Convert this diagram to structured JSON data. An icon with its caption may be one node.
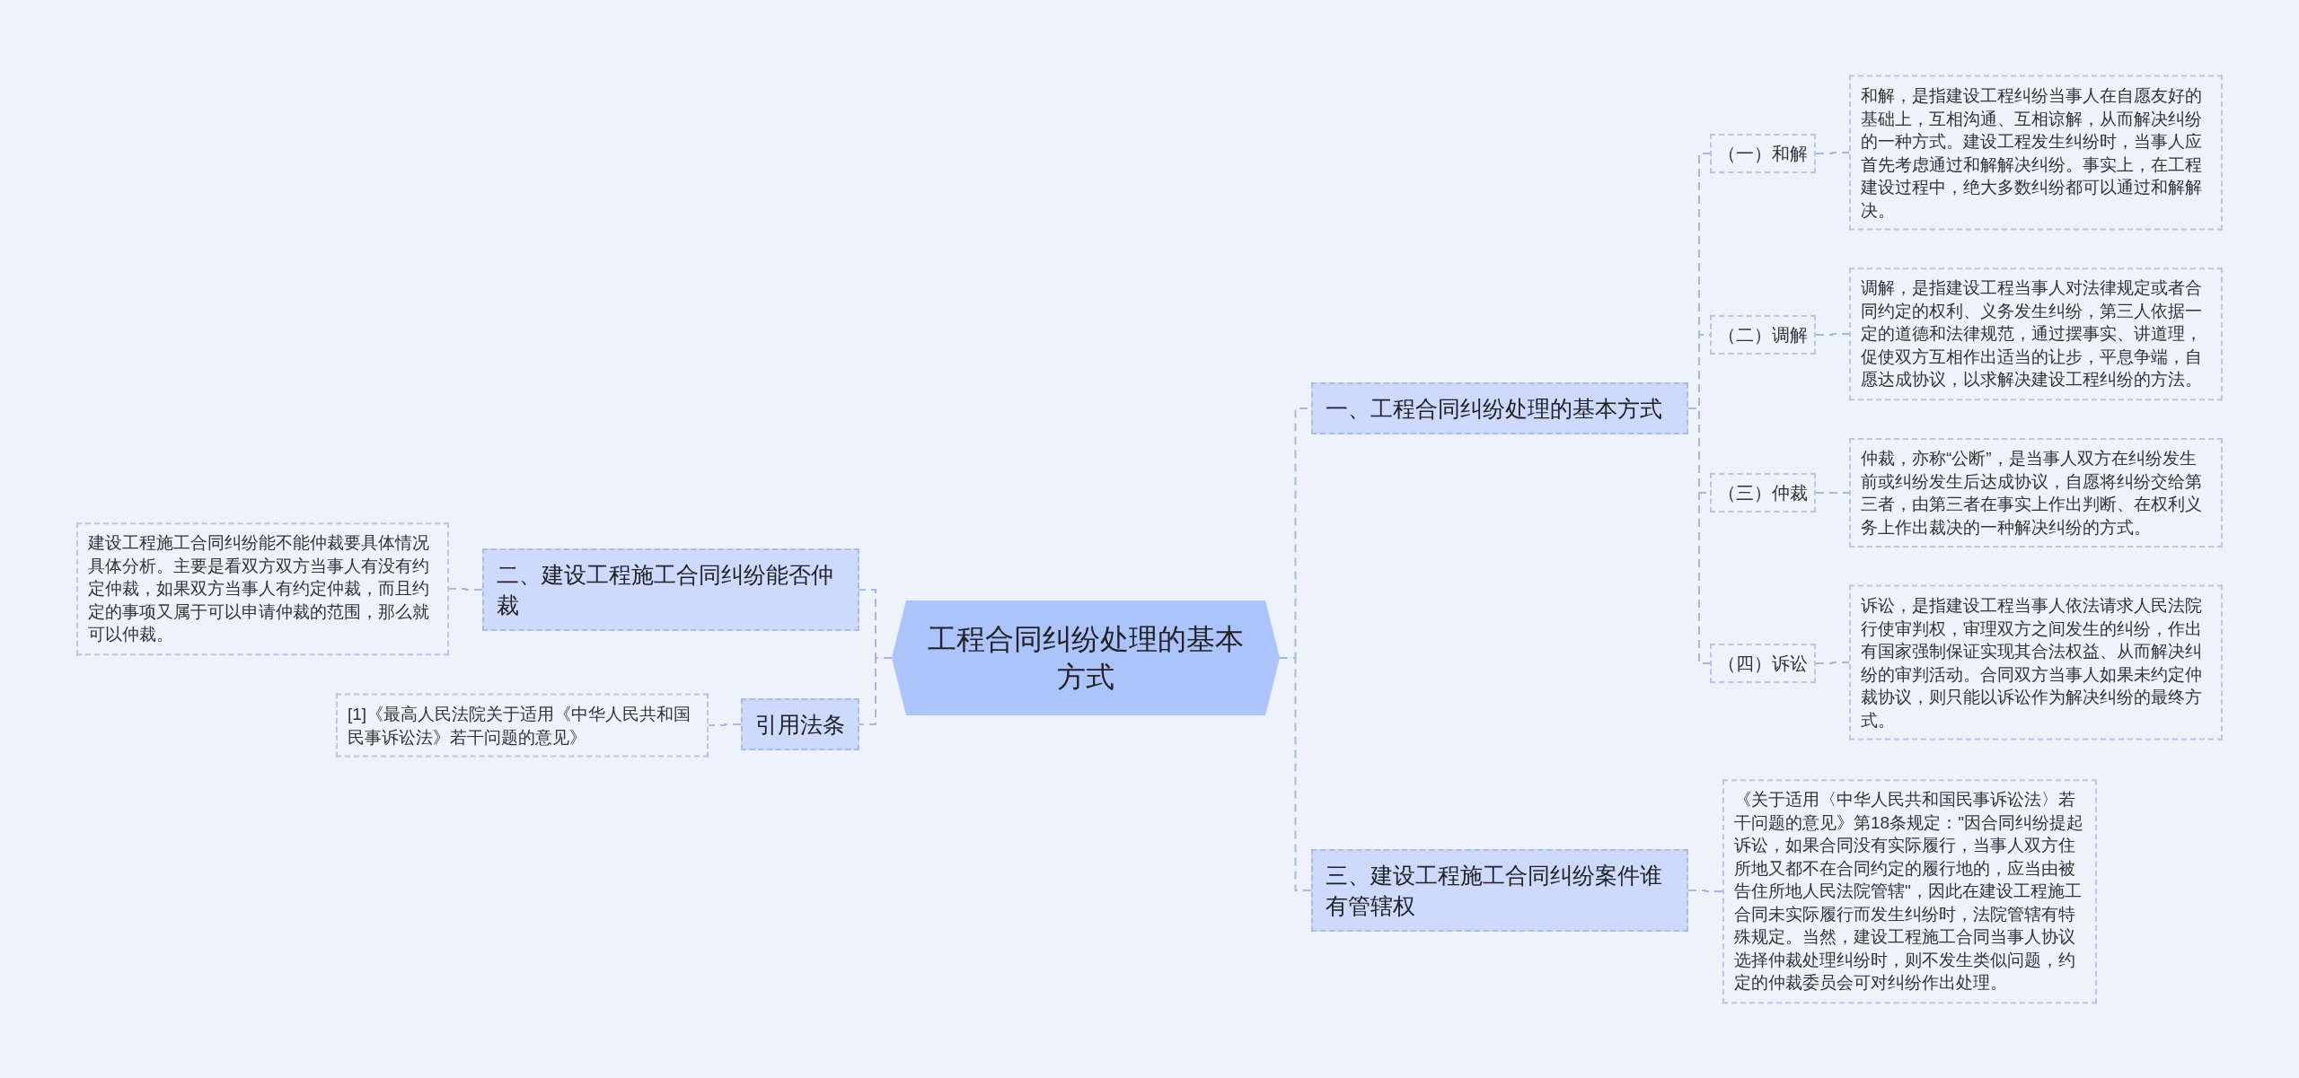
{
  "diagram": {
    "nodes": [
      {
        "text": [
          "工程合同纠纷处理的基本方式"
        ]
      },
      {
        "text": [
          "一、工程合同纠纷处理的基本方式"
        ]
      },
      {
        "text": [
          "（一）和解"
        ]
      },
      {
        "text": [
          "和解，是指建设工程纠纷当事人在自愿友好的基础上，互相沟通、互相谅解，从而解决纠纷的一种方式。建设工程发生纠纷时，当事人应首先考虑通过和解解决纠纷。事实上，在工程建设过程中，绝大多数纠纷都可以通过和解解决。"
        ]
      },
      {
        "text": [
          "（二）调解"
        ]
      },
      {
        "text": [
          "调解，是指建设工程当事人对法律规定或者合同约定的权利、义务发生纠纷，第三人依据一定的道德和法律规范，通过摆事实、讲道理，促使双方互相作出适当的让步，平息争端，自愿达成协议，以求解决建设工程纠纷的方法。"
        ]
      },
      {
        "text": [
          "（三）仲裁"
        ]
      },
      {
        "text": [
          "仲裁，亦称“公断”，是当事人双方在纠纷发生前或纠纷发生后达成协议，自愿将纠纷交给第三者，由第三者在事实上作出判断、在权利义务上作出裁决的一种解决纠纷的方式。"
        ]
      },
      {
        "text": [
          "（四）诉讼"
        ]
      },
      {
        "text": [
          "诉讼，是指建设工程当事人依法请求人民法院行使审判权，审理双方之间发生的纠纷，作出有国家强制保证实现其合法权益、从而解决纠纷的审判活动。合同双方当事人如果未约定仲裁协议，则只能以诉讼作为解决纠纷的最终方式。"
        ]
      },
      {
        "text": [
          "三、建设工程施工合同纠纷案件谁有管辖权"
        ]
      },
      {
        "text": [
          "《关于适用〈中华人民共和国民事诉讼法〉若干问题的意见》第18条规定：\"因合同纠纷提起诉讼，如果合同没有实际履行，当事人双方住所地又都不在合同约定的履行地的，应当由被告住所地人民法院管辖\"，因此在建设工程施工合同未实际履行而发生纠纷时，法院管辖有特殊规定。当然，建设工程施工合同当事人协议选择仲裁处理纠纷时，则不发生类似问题，约定的仲裁委员会可对纠纷作出处理。"
        ]
      },
      {
        "text": [
          "二、建设工程施工合同纠纷能否仲裁"
        ]
      },
      {
        "text": [
          "建设工程施工合同纠纷能不能仲裁要具体情况具体分析。主要是看双方双方当事人有没有约定仲裁，如果双方当事人有约定仲裁，而且约定的事项又属于可以申请仲裁的范围，那么就可以仲裁。"
        ]
      },
      {
        "text": [
          "引用法条"
        ]
      },
      {
        "text": [
          "[1]《最高人民法院关于适用《中华人民共和国民事诉讼法》若干问题的意见》"
        ]
      }
    ],
    "edges": [
      {
        "from": 0,
        "to": 1,
        "arrow": "none",
        "style": "dashed"
      },
      {
        "from": 1,
        "to": 2,
        "arrow": "none",
        "style": "dashed"
      },
      {
        "from": 2,
        "to": 3,
        "arrow": "none",
        "style": "dashed"
      },
      {
        "from": 1,
        "to": 4,
        "arrow": "none",
        "style": "dashed"
      },
      {
        "from": 4,
        "to": 5,
        "arrow": "none",
        "style": "dashed"
      },
      {
        "from": 1,
        "to": 6,
        "arrow": "none",
        "style": "dashed"
      },
      {
        "from": 6,
        "to": 7,
        "arrow": "none",
        "style": "dashed"
      },
      {
        "from": 1,
        "to": 8,
        "arrow": "none",
        "style": "dashed"
      },
      {
        "from": 8,
        "to": 9,
        "arrow": "none",
        "style": "dashed"
      },
      {
        "from": 0,
        "to": 10,
        "arrow": "none",
        "style": "dashed"
      },
      {
        "from": 10,
        "to": 11,
        "arrow": "none",
        "style": "dashed"
      },
      {
        "from": 0,
        "to": 12,
        "arrow": "none",
        "style": "dashed"
      },
      {
        "from": 12,
        "to": 13,
        "arrow": "none",
        "style": "dashed"
      },
      {
        "from": 0,
        "to": 14,
        "arrow": "none",
        "style": "dashed"
      },
      {
        "from": 14,
        "to": 15,
        "arrow": "none",
        "style": "dashed"
      }
    ]
  }
}
